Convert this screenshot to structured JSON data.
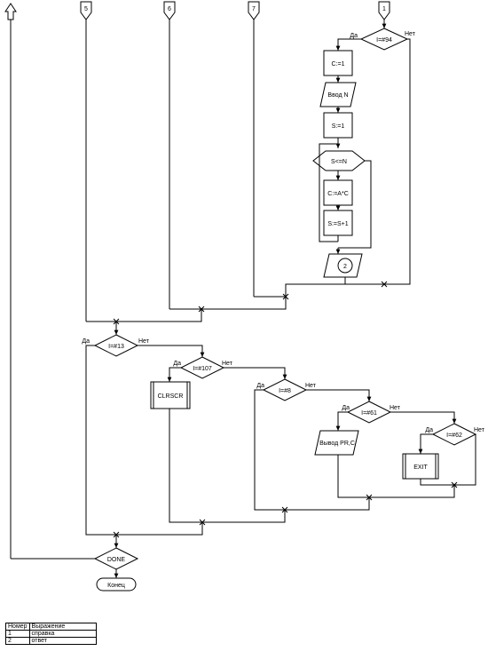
{
  "connectors": [
    "5",
    "6",
    "7",
    "1"
  ],
  "yes": "Да",
  "no": "Нет",
  "branch1": {
    "cond": "I=#94",
    "c_assign": "C:=1",
    "input": "Ввод N",
    "s_assign": "S:=1",
    "loop_cond": "S<=N",
    "mult": "C:=A*C",
    "inc": "S:=S+1",
    "sub": "2"
  },
  "main": {
    "cond13": "I=#13",
    "cond107": "I=#107",
    "clrscr": "CLRSCR",
    "cond8": "I=#8",
    "cond61": "I=#61",
    "out": "Вывод PR,C",
    "cond62": "I=#62",
    "exit": "EXIT",
    "done": "DONE",
    "end": "Конец"
  },
  "legend": {
    "headers": [
      "Номер",
      "Выражение"
    ],
    "rows": [
      [
        "1",
        "справка"
      ],
      [
        "2",
        "ответ"
      ]
    ]
  }
}
